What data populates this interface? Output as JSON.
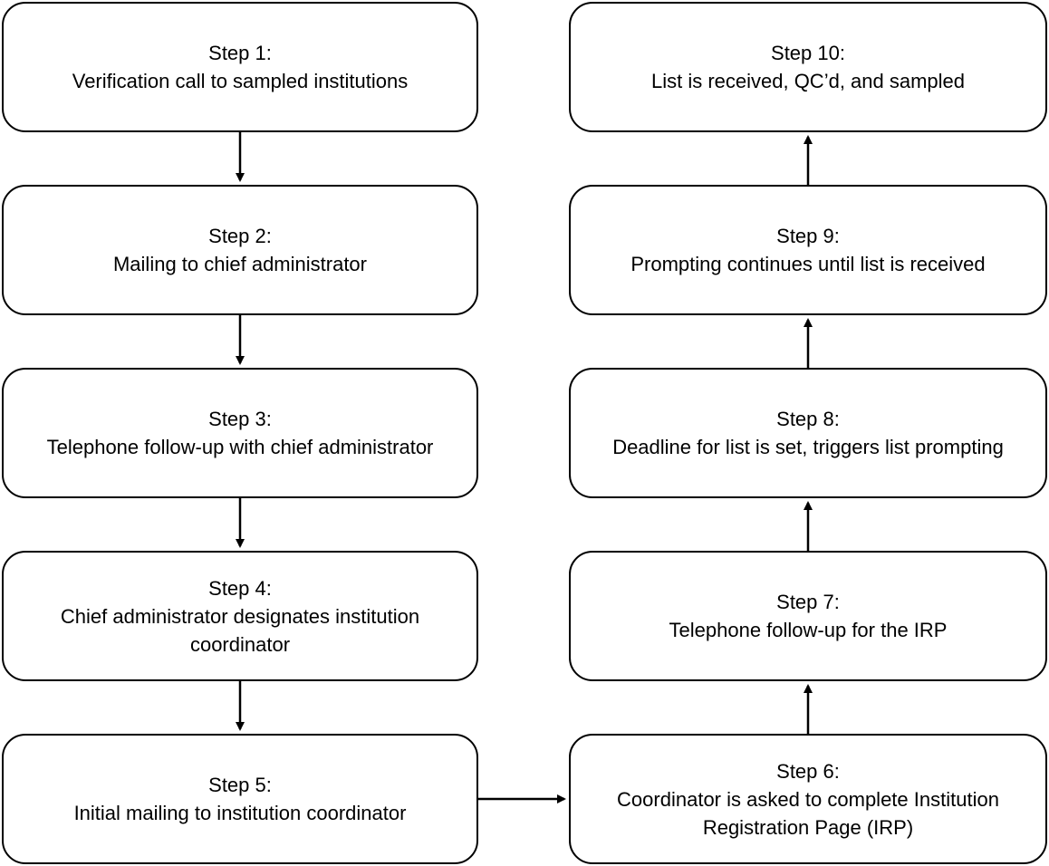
{
  "steps": [
    {
      "num": "Step 1:",
      "text": "Verification call to sampled institutions"
    },
    {
      "num": "Step 2:",
      "text": "Mailing to chief administrator"
    },
    {
      "num": "Step 3:",
      "text": "Telephone follow-up with chief administrator"
    },
    {
      "num": "Step 4:",
      "text": "Chief administrator designates institution coordinator"
    },
    {
      "num": "Step 5:",
      "text": "Initial mailing to institution coordinator"
    },
    {
      "num": "Step 6:",
      "text": "Coordinator is asked to complete Institution Registration Page (IRP)"
    },
    {
      "num": "Step 7:",
      "text": "Telephone follow-up for the IRP"
    },
    {
      "num": "Step 8:",
      "text": "Deadline for list is set, triggers list prompting"
    },
    {
      "num": "Step 9:",
      "text": "Prompting continues until list is received"
    },
    {
      "num": "Step 10:",
      "text": "List is received, QC’d, and sampled"
    }
  ],
  "colors": {
    "stroke": "#000000",
    "background": "#ffffff",
    "text": "#000000"
  }
}
